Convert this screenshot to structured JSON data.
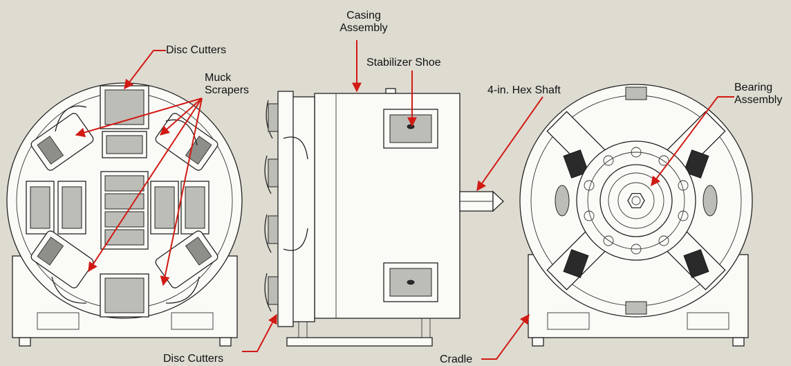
{
  "labels": {
    "disc_cutters_top": "Disc Cutters",
    "muck_line1": "Muck",
    "muck_line2": "Scrapers",
    "casing_line1": "Casing",
    "casing_line2": "Assembly",
    "stabilizer_shoe": "Stabilizer Shoe",
    "hex_shaft": "4-in. Hex Shaft",
    "bearing_line1": "Bearing",
    "bearing_line2": "Assembly",
    "disc_cutters_bottom": "Disc Cutters",
    "cradle": "Cradle"
  },
  "colors": {
    "background": "#dedbd1",
    "arrow": "#d11a14",
    "outline": "#222222"
  }
}
